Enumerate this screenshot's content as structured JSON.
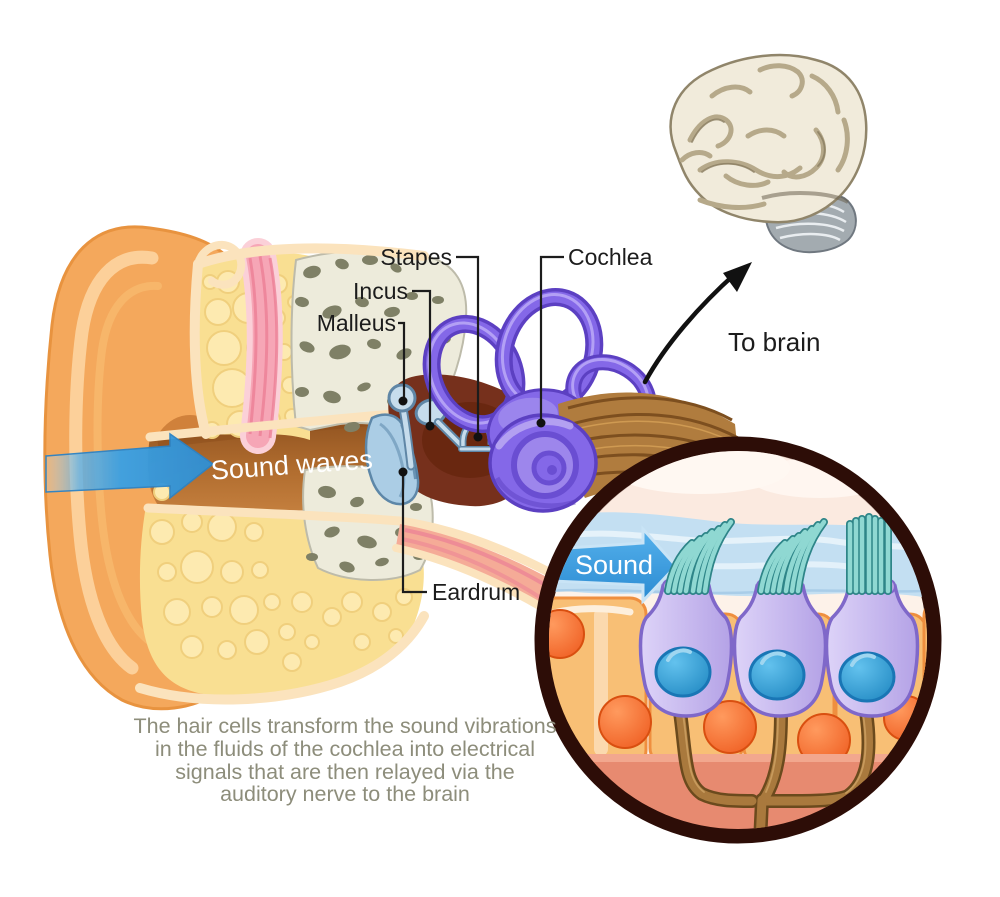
{
  "diagram": {
    "labels": {
      "stapes": "Stapes",
      "incus": "Incus",
      "malleus": "Malleus",
      "cochlea": "Cochlea",
      "eardrum": "Eardrum",
      "to_brain": "To brain",
      "sound_waves": "Sound waves",
      "inset_sound": "Sound"
    },
    "caption": {
      "color": "#8d8d7b",
      "lines": [
        "The hair cells transform the sound vibrations",
        "in the fluids of the cochlea into electrical",
        "signals that are then relayed via the",
        "auditory nerve to the brain"
      ]
    },
    "colors": {
      "label_text": "#1c1c1c",
      "white_text": "#ffffff",
      "sound_arrow_blue": "#39a0e4",
      "inset_ring_brown": "#2d0d07",
      "inner_ear_purple": "#8468e8",
      "nerve_brown": "#a9793d",
      "hair_cell_lavender": "#cbbcf0",
      "hair_cell_nucleus_blue": "#2f9ad6",
      "stereocilia_teal": "#8fd8d2",
      "epithelium_orange": "#f8bf75",
      "epithelium_nucleus_orange": "#f26522",
      "pinna_skin_orange": "#f4a85c",
      "bone_cream": "#edebdb",
      "fat_yellow": "#f9df92",
      "muscle_pink": "#f6a6b6",
      "eardrum_blue": "#abcde5",
      "canal_brown": "#b06c2e",
      "brain_cream": "#f1ebdb",
      "cerebellum_gray": "#a3abb0"
    },
    "icons": {
      "sound_wave_arrow": "large blue arrow showing sound entering ear canal",
      "inset_sound_arrow": "blue arrow showing sound across hair cells",
      "to_brain_arrow": "curved black arrow from cochlea toward brain"
    }
  }
}
